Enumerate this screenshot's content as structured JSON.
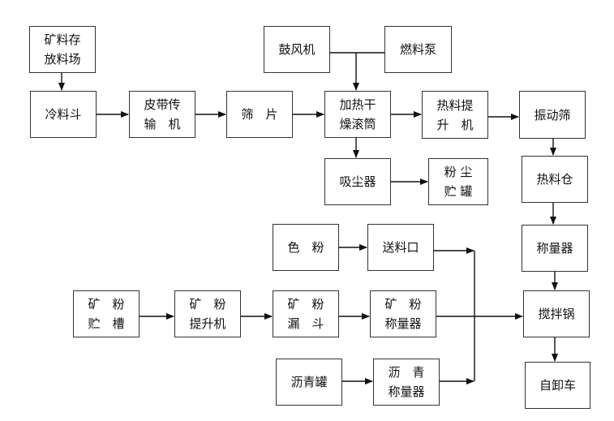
{
  "diagram": {
    "type": "process-flowchart",
    "nodes": {
      "ore_yard": {
        "line1": "矿料存",
        "line2": "放料场"
      },
      "cold_hopper": {
        "line1": "冷料斗",
        "line2": ""
      },
      "belt_conveyor": {
        "line1": "皮带传",
        "line2": "输　机"
      },
      "screen_plate": {
        "line1": "筛　片",
        "line2": ""
      },
      "blower": {
        "line1": "鼓风机",
        "line2": ""
      },
      "fuel_pump": {
        "line1": "燃料泵",
        "line2": ""
      },
      "drying_drum": {
        "line1": "加热干",
        "line2": "燥滚筒"
      },
      "hot_elevator": {
        "line1": "热料提",
        "line2": "升　机"
      },
      "vibrating_screen": {
        "line1": "振动筛",
        "line2": ""
      },
      "dust_collector": {
        "line1": "吸尘器",
        "line2": ""
      },
      "dust_tank": {
        "line1": "粉 尘",
        "line2": "贮 罐"
      },
      "hot_bin": {
        "line1": "热料仓",
        "line2": ""
      },
      "weigher": {
        "line1": "称量器",
        "line2": ""
      },
      "pigment": {
        "line1": "色　粉",
        "line2": ""
      },
      "feed_port": {
        "line1": "送料口",
        "line2": ""
      },
      "filler_silo": {
        "line1": "矿　粉",
        "line2": "贮　槽"
      },
      "filler_elevator": {
        "line1": "矿　粉",
        "line2": "提升机"
      },
      "filler_hopper": {
        "line1": "矿　粉",
        "line2": "漏　斗"
      },
      "filler_weigher": {
        "line1": "矿　粉",
        "line2": "称量器"
      },
      "mixer": {
        "line1": "搅拌锅",
        "line2": ""
      },
      "bitumen_tank": {
        "line1": "沥青罐",
        "line2": ""
      },
      "bitumen_weigher": {
        "line1": "沥　青",
        "line2": "称量器"
      },
      "dump_truck": {
        "line1": "自卸车",
        "line2": ""
      }
    },
    "edges": [
      [
        "ore_yard",
        "cold_hopper"
      ],
      [
        "cold_hopper",
        "belt_conveyor"
      ],
      [
        "belt_conveyor",
        "screen_plate"
      ],
      [
        "screen_plate",
        "drying_drum"
      ],
      [
        "blower",
        "drying_drum"
      ],
      [
        "fuel_pump",
        "drying_drum"
      ],
      [
        "drying_drum",
        "hot_elevator"
      ],
      [
        "drying_drum",
        "dust_collector"
      ],
      [
        "dust_collector",
        "dust_tank"
      ],
      [
        "hot_elevator",
        "vibrating_screen"
      ],
      [
        "vibrating_screen",
        "hot_bin"
      ],
      [
        "hot_bin",
        "weigher"
      ],
      [
        "weigher",
        "mixer"
      ],
      [
        "pigment",
        "feed_port"
      ],
      [
        "feed_port",
        "mixer"
      ],
      [
        "filler_silo",
        "filler_elevator"
      ],
      [
        "filler_elevator",
        "filler_hopper"
      ],
      [
        "filler_hopper",
        "filler_weigher"
      ],
      [
        "filler_weigher",
        "mixer"
      ],
      [
        "bitumen_tank",
        "bitumen_weigher"
      ],
      [
        "bitumen_weigher",
        "mixer"
      ],
      [
        "mixer",
        "dump_truck"
      ]
    ]
  }
}
